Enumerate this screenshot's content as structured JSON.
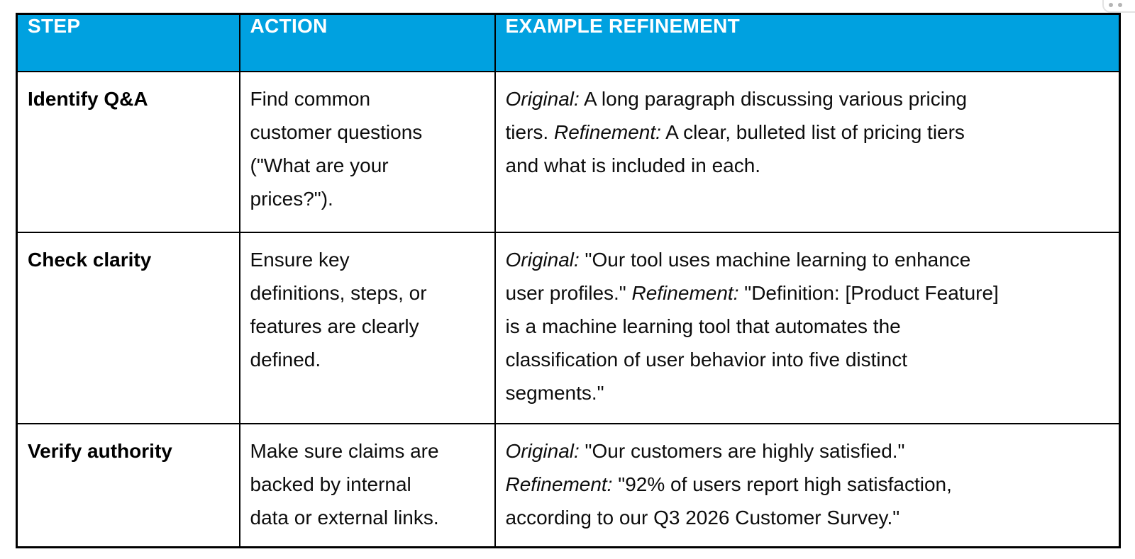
{
  "page": {
    "background": "#ffffff"
  },
  "overlay_widget": {
    "name": "clipped floating toolbar",
    "dot_color": "#b5b5b5",
    "dot_count": 2
  },
  "table": {
    "header": {
      "background": "#00a1e0",
      "text_color": "#ffffff",
      "columns": [
        "STEP",
        "ACTION",
        "EXAMPLE REFINEMENT"
      ]
    },
    "rows": [
      {
        "step": "Identify Q&A",
        "action": "Find common\ncustomer questions\n(\"What are your\nprices?\").",
        "example_segments": [
          {
            "t": "Original:",
            "i": true
          },
          {
            "t": " A long paragraph discussing various pricing\ntiers. ",
            "i": false
          },
          {
            "t": "Refinement:",
            "i": true
          },
          {
            "t": " A clear, bulleted list of pricing tiers\nand what is included in each.",
            "i": false
          }
        ]
      },
      {
        "step": "Check clarity",
        "action": "Ensure key\ndefinitions, steps, or\nfeatures are clearly\ndefined.",
        "example_segments": [
          {
            "t": "Original:",
            "i": true
          },
          {
            "t": " \"Our tool uses machine learning to enhance\nuser profiles.\" ",
            "i": false
          },
          {
            "t": "Refinement:",
            "i": true
          },
          {
            "t": " \"Definition: [Product Feature]\nis a machine learning tool that automates the\nclassification of user behavior into five distinct\nsegments.\"",
            "i": false
          }
        ]
      },
      {
        "step": "Verify authority",
        "action": "Make sure claims are\nbacked by internal\ndata or external links.",
        "example_segments": [
          {
            "t": "Original:",
            "i": true
          },
          {
            "t": " \"Our customers are highly satisfied.\"\n",
            "i": false
          },
          {
            "t": "Refinement:",
            "i": true
          },
          {
            "t": " \"92% of users report high satisfaction,\naccording to our Q3 2026 Customer Survey.\"",
            "i": false
          }
        ]
      }
    ]
  }
}
